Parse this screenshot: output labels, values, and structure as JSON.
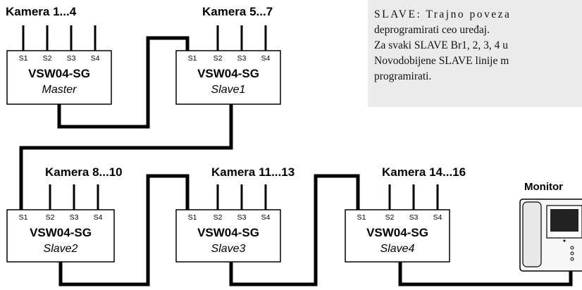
{
  "note": {
    "lines": [
      "SLAVE: Trajno poveza",
      "deprogramirati ceo uređaj.",
      "Za svaki SLAVE Br1, 2, 3, 4 u",
      "Novodobijene SLAVE linije m",
      "programirati."
    ]
  },
  "units": [
    {
      "camera_label": "Kamera 1...4",
      "model": "VSW04-SG",
      "role": "Master",
      "ports": [
        "S1",
        "S2",
        "S3",
        "S4"
      ]
    },
    {
      "camera_label": "Kamera 5...7",
      "model": "VSW04-SG",
      "role": "Slave1",
      "ports": [
        "S1",
        "S2",
        "S3",
        "S4"
      ]
    },
    {
      "camera_label": "Kamera 8...10",
      "model": "VSW04-SG",
      "role": "Slave2",
      "ports": [
        "S1",
        "S2",
        "S3",
        "S4"
      ]
    },
    {
      "camera_label": "Kamera 11...13",
      "model": "VSW04-SG",
      "role": "Slave3",
      "ports": [
        "S1",
        "S2",
        "S3",
        "S4"
      ]
    },
    {
      "camera_label": "Kamera 14...16",
      "model": "VSW04-SG",
      "role": "Slave4",
      "ports": [
        "S1",
        "S2",
        "S3",
        "S4"
      ]
    }
  ],
  "monitor": {
    "label": "Monitor"
  }
}
